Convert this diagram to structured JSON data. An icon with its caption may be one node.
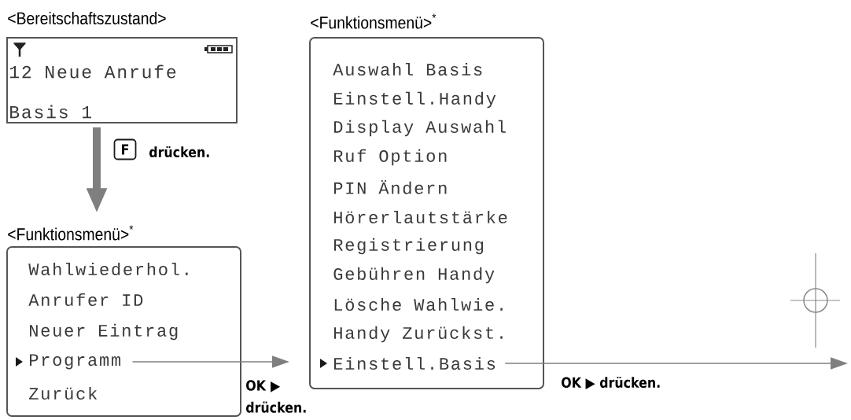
{
  "diagram": {
    "nodes": [
      {
        "text": [
          "<Bereitschaftszustand>",
          "12 Neue Anrufe",
          "Basis 1"
        ]
      },
      {
        "text": [
          "<Funktionsmenü>$^{*}$"
        ]
      },
      {
        "text": [
          "Wahlwiederhol."
        ],
        "in": 1
      },
      {
        "text": [
          "Anrufer ID"
        ],
        "in": 1
      },
      {
        "text": [
          "Neuer Eintrag"
        ],
        "in": 1
      },
      {
        "text": [
          "Programm"
        ],
        "in": 1
      },
      {
        "text": [
          "Zurück"
        ],
        "in": 1
      },
      {
        "text": [
          "<Funktionsmenü>$^{*}$"
        ]
      },
      {
        "text": [
          "Auswahl Basis"
        ],
        "in": 7
      },
      {
        "text": [
          "Einstell.Handy"
        ],
        "in": 7
      },
      {
        "text": [
          "Display Auswahl"
        ],
        "in": 7
      },
      {
        "text": [
          "Ruf Option"
        ],
        "in": 7
      },
      {
        "text": [
          "PIN Ändern"
        ],
        "in": 7
      },
      {
        "text": [
          "Hörerlautstärke"
        ],
        "in": 7
      },
      {
        "text": [
          "Registrierung"
        ],
        "in": 7
      },
      {
        "text": [
          "Gebühren Handy"
        ],
        "in": 7
      },
      {
        "text": [
          "Lösche Wahlwie."
        ],
        "in": 7
      },
      {
        "text": [
          "Handy Zurückst."
        ],
        "in": 7
      },
      {
        "text": [
          "Einstell.Basis"
        ],
        "in": 7
      }
    ],
    "edges": [
      {
        "from": 0,
        "to": 1,
        "arrow": "to",
        "label": "drücken.",
        "style": "thick"
      },
      {
        "from": 5,
        "to": 7,
        "arrow": "to",
        "label": "OK ▶ drücken."
      },
      {
        "from": 18,
        "to": null,
        "arrow": "to",
        "label": "OK ▶ drücken."
      }
    ],
    "labels": [
      "F"
    ]
  }
}
